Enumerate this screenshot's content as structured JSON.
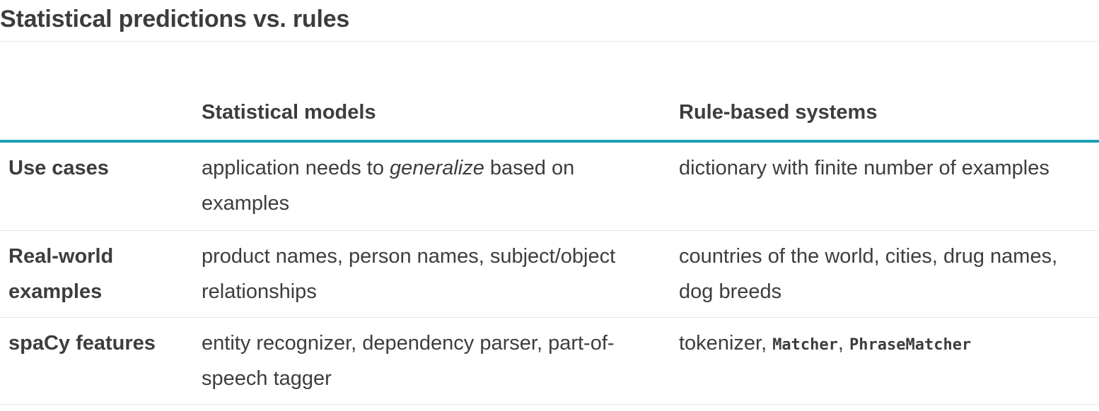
{
  "page_title": "Statistical predictions vs. rules",
  "table": {
    "headers": [
      "",
      "Statistical models",
      "Rule-based systems"
    ],
    "rows": [
      {
        "label": "Use cases",
        "statistical": {
          "pre": "application needs to ",
          "em": "generalize",
          "post": " based on examples"
        },
        "rules": "dictionary with finite number of examples"
      },
      {
        "label": "Real-world examples",
        "statistical": "product names, person names, subject/object relationships",
        "rules": "countries of the world, cities, drug names, dog breeds"
      },
      {
        "label": "spaCy features",
        "statistical": "entity recognizer, dependency parser, part-of-speech tagger",
        "rules": {
          "pre": "tokenizer, ",
          "code1": "Matcher",
          "sep": ", ",
          "code2": "PhraseMatcher"
        }
      }
    ]
  },
  "colors": {
    "text": "#3d3d3d",
    "header_rule": "#1e9fb5",
    "row_divider": "#e6e6e6"
  }
}
